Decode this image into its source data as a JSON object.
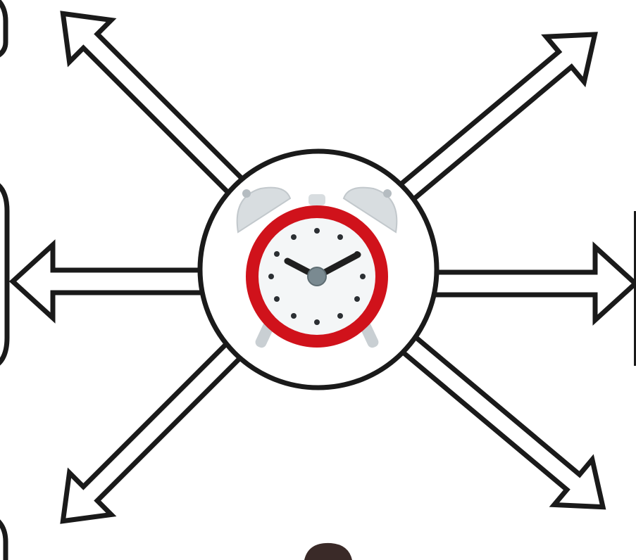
{
  "diagram": {
    "center": {
      "icon": "alarm-clock-icon"
    },
    "arrows": [
      {
        "direction": "up-left"
      },
      {
        "direction": "up-right"
      },
      {
        "direction": "left"
      },
      {
        "direction": "right"
      },
      {
        "direction": "down-left"
      },
      {
        "direction": "down-right"
      }
    ],
    "colors": {
      "stroke": "#1a1a1a",
      "background": "#ffffff",
      "clock_rim": "#d0121b",
      "clock_bells": "#d8dde0",
      "clock_face": "#f4f6f7",
      "clock_hands": "#1f1f1f",
      "clock_hub": "#7a8a91"
    }
  }
}
